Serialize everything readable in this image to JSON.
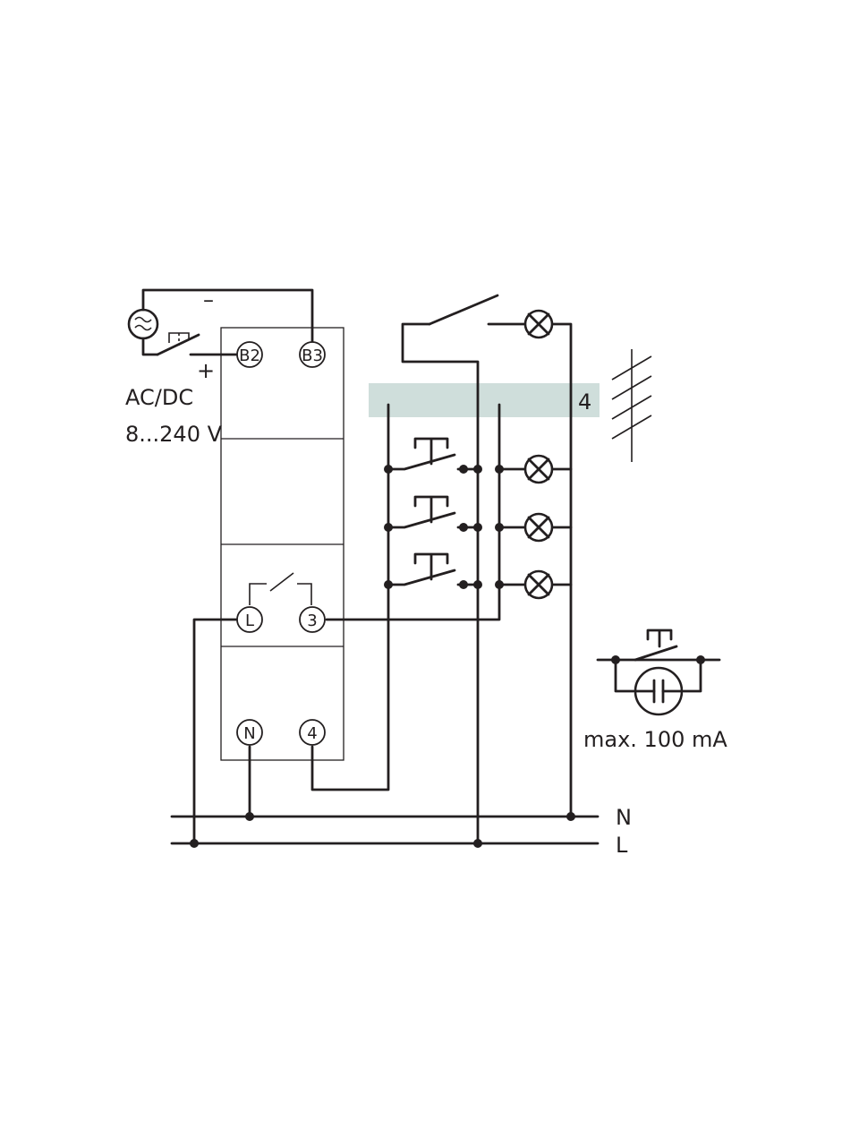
{
  "supply": {
    "minus": "–",
    "plus": "+",
    "type": "AC/DC",
    "range": "8...240 V"
  },
  "terminals": {
    "b2": "B2",
    "b3": "B3",
    "l": "L",
    "t3": "3",
    "n": "N",
    "t4": "4"
  },
  "cable": {
    "cores": "4"
  },
  "pushbutton_note": "max. 100 mA",
  "bus": {
    "n": "N",
    "l": "L"
  },
  "colors": {
    "line": "#231f20",
    "cable_band": "#cfdedb"
  }
}
